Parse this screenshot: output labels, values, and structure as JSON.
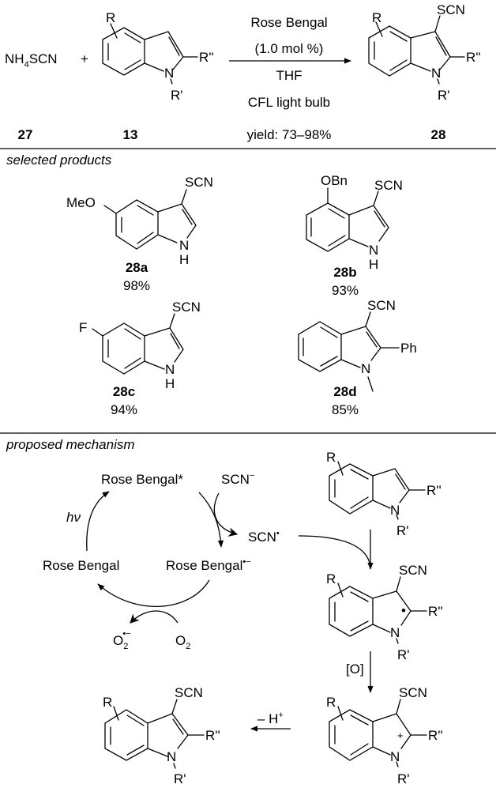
{
  "scheme": {
    "reaction": {
      "reagent_1": {
        "prefix": "NH",
        "sub": "4",
        "suffix": "SCN",
        "label": "27"
      },
      "plus": "+",
      "reagent_2": {
        "R": "R",
        "R1": "R'",
        "R2": "R''",
        "N": "N",
        "label": "13"
      },
      "conditions": [
        "Rose Bengal",
        "(1.0 mol %)",
        "THF",
        "CFL light bulb"
      ],
      "yield": "yield: 73–98%",
      "product": {
        "R": "R",
        "R1": "R'",
        "R2": "R''",
        "N": "N",
        "SCN": "SCN",
        "label": "28"
      }
    },
    "selected_products": {
      "heading": "selected products",
      "items": [
        {
          "label": "28a",
          "yield": "98%",
          "substituent": "MeO",
          "SCN": "SCN",
          "N": "N",
          "H": "H"
        },
        {
          "label": "28b",
          "yield": "93%",
          "substituent": "OBn",
          "SCN": "SCN",
          "N": "N",
          "H": "H"
        },
        {
          "label": "28c",
          "yield": "94%",
          "substituent": "F",
          "SCN": "SCN",
          "N": "N",
          "H": "H"
        },
        {
          "label": "28d",
          "yield": "85%",
          "substituent": "Ph",
          "SCN": "SCN",
          "N": "N"
        }
      ]
    },
    "mechanism": {
      "heading": "proposed mechanism",
      "rb_excited": "Rose Bengal*",
      "rb_ground": "Rose Bengal",
      "rb_radical_anion": "Rose Bengal",
      "rb_radical_anion_sup": "•−",
      "hv": "hν",
      "scn_anion": "SCN",
      "scn_anion_sup": "−",
      "scn_radical": "SCN",
      "scn_radical_sup": "•",
      "o2": "O",
      "o2_sub": "2",
      "superoxide": "O",
      "superoxide_sub": "2",
      "superoxide_sup": "•−",
      "oxidation": "[O]",
      "deprotonation": "– H",
      "deprotonation_sup": "+",
      "indole": {
        "R": "R",
        "R1": "R'",
        "R2": "R''",
        "N": "N"
      },
      "radical_intermediate": {
        "R": "R",
        "R1": "R'",
        "R2": "R''",
        "N": "N",
        "SCN": "SCN",
        "dot": "•"
      },
      "cation_intermediate": {
        "R": "R",
        "R1": "R'",
        "R2": "R''",
        "N": "N",
        "SCN": "SCN",
        "charge": "+"
      },
      "final_product": {
        "R": "R",
        "R1": "R'",
        "R2": "R''",
        "N": "N",
        "SCN": "SCN"
      }
    }
  }
}
